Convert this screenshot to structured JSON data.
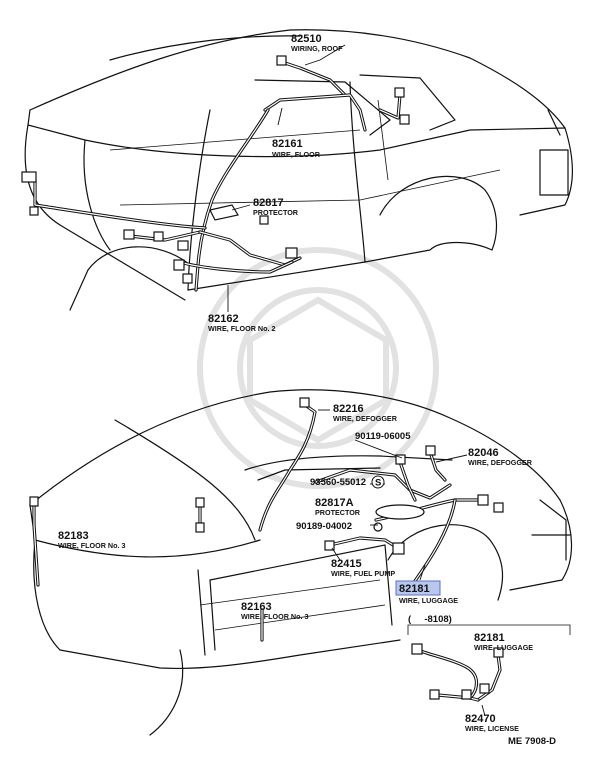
{
  "callouts": {
    "c82510": {
      "number": "82510",
      "name": "WIRING, ROOF"
    },
    "c82161": {
      "number": "82161",
      "name": "WIRE, FLOOR"
    },
    "c82817": {
      "number": "82817",
      "name": "PROTECTOR"
    },
    "c82162": {
      "number": "82162",
      "name": "WIRE, FLOOR No. 2"
    },
    "c82216": {
      "number": "82216",
      "name": "WIRE, DEFOGGER"
    },
    "c90119": {
      "number": "90119-06005"
    },
    "c82046": {
      "number": "82046",
      "name": "WIRE, DEFOGGER"
    },
    "c93560": {
      "number": "93560-55012",
      "symbol": "S"
    },
    "c82817A": {
      "number": "82817A",
      "name": "PROTECTOR"
    },
    "c90189": {
      "number": "90189-04002"
    },
    "c82415": {
      "number": "82415",
      "name": "WIRE, FUEL PUMP"
    },
    "c82181": {
      "number": "82181",
      "name": "WIRE, LUGGAGE"
    },
    "c82183": {
      "number": "82183",
      "name": "WIRE, FLOOR No. 3"
    },
    "c82163": {
      "number": "82163",
      "name": "WIRE, FLOOR No. 3"
    },
    "c82181b": {
      "number": "82181",
      "name": "WIRE, LUGGAGE"
    },
    "c82470": {
      "number": "82470",
      "name": "WIRE, LICENSE"
    }
  },
  "inset_range": "(     -8108)",
  "diagram_ref": "ME 7908-D",
  "highlight_color": "#b9c7ee"
}
